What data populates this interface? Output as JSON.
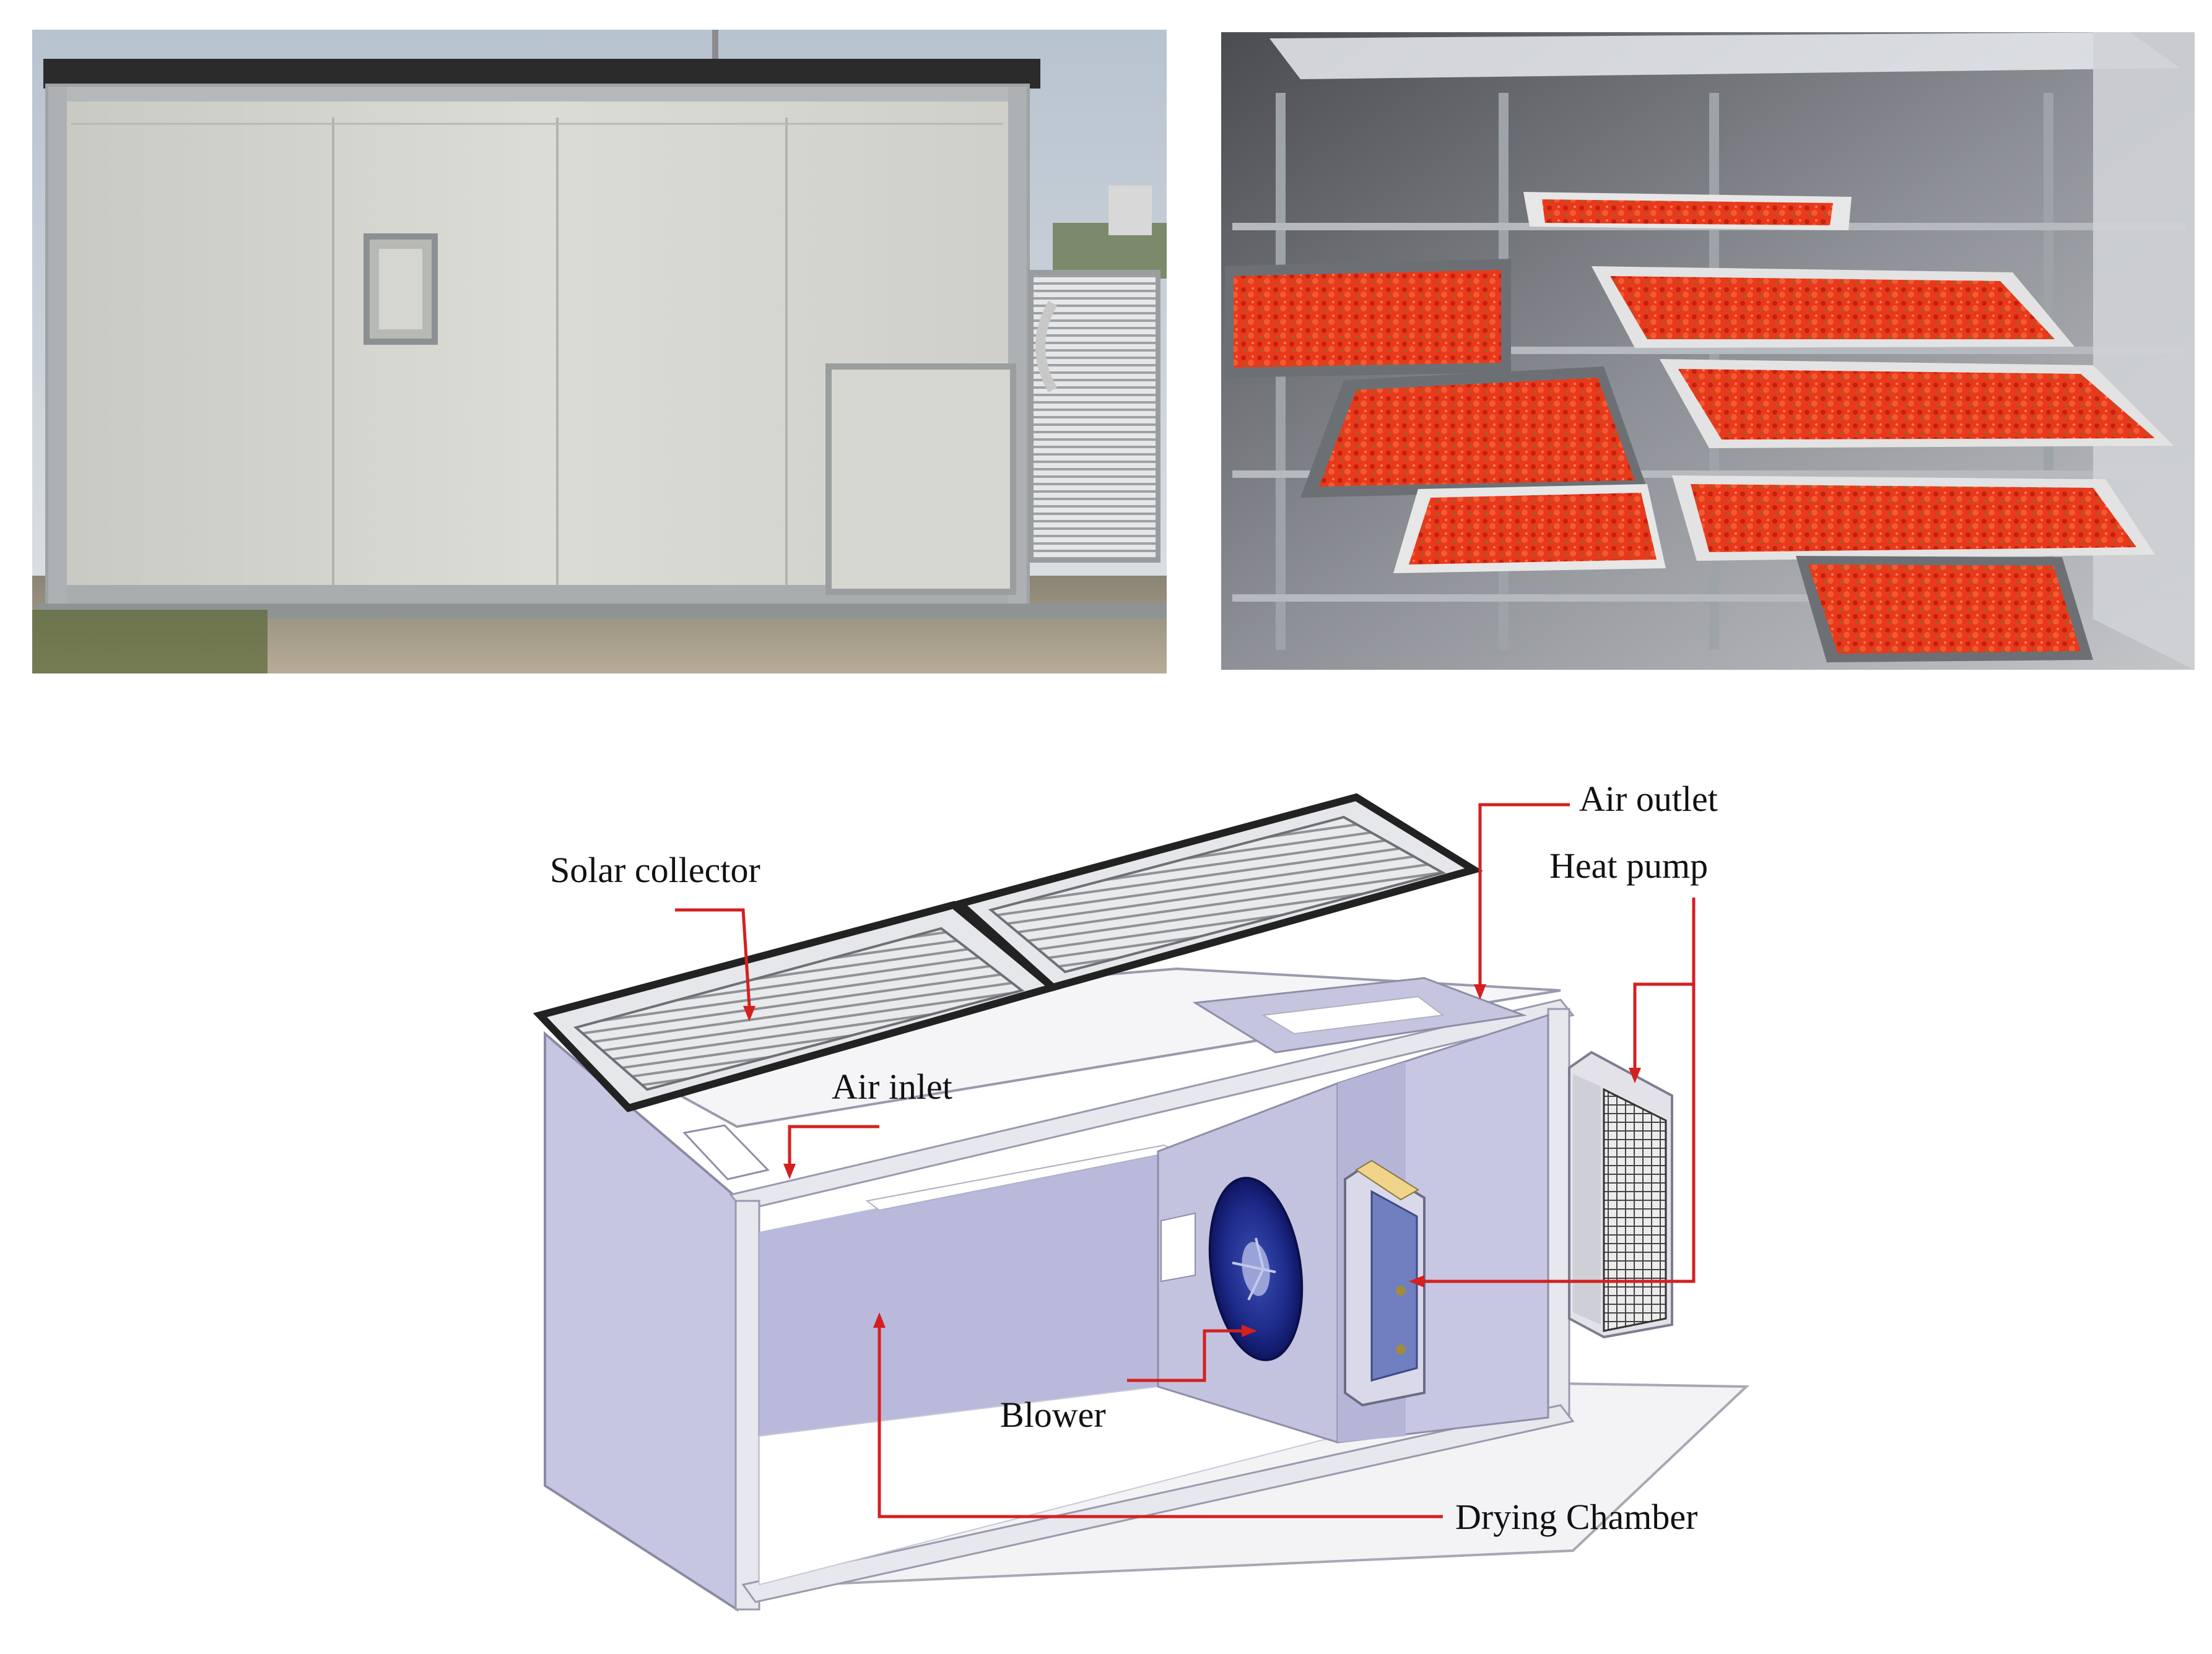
{
  "labels": {
    "solar_collector": "Solar collector",
    "air_outlet": "Air outlet",
    "heat_pump": "Heat pump",
    "air_inlet": "Air inlet",
    "blower": "Blower",
    "drying_chamber": "Drying Chamber"
  },
  "colors": {
    "leader_line": "#d42020",
    "chamber_wall": "#b9b9dc",
    "product": "#e8391c",
    "frame_gray": "#9aa1a8"
  }
}
